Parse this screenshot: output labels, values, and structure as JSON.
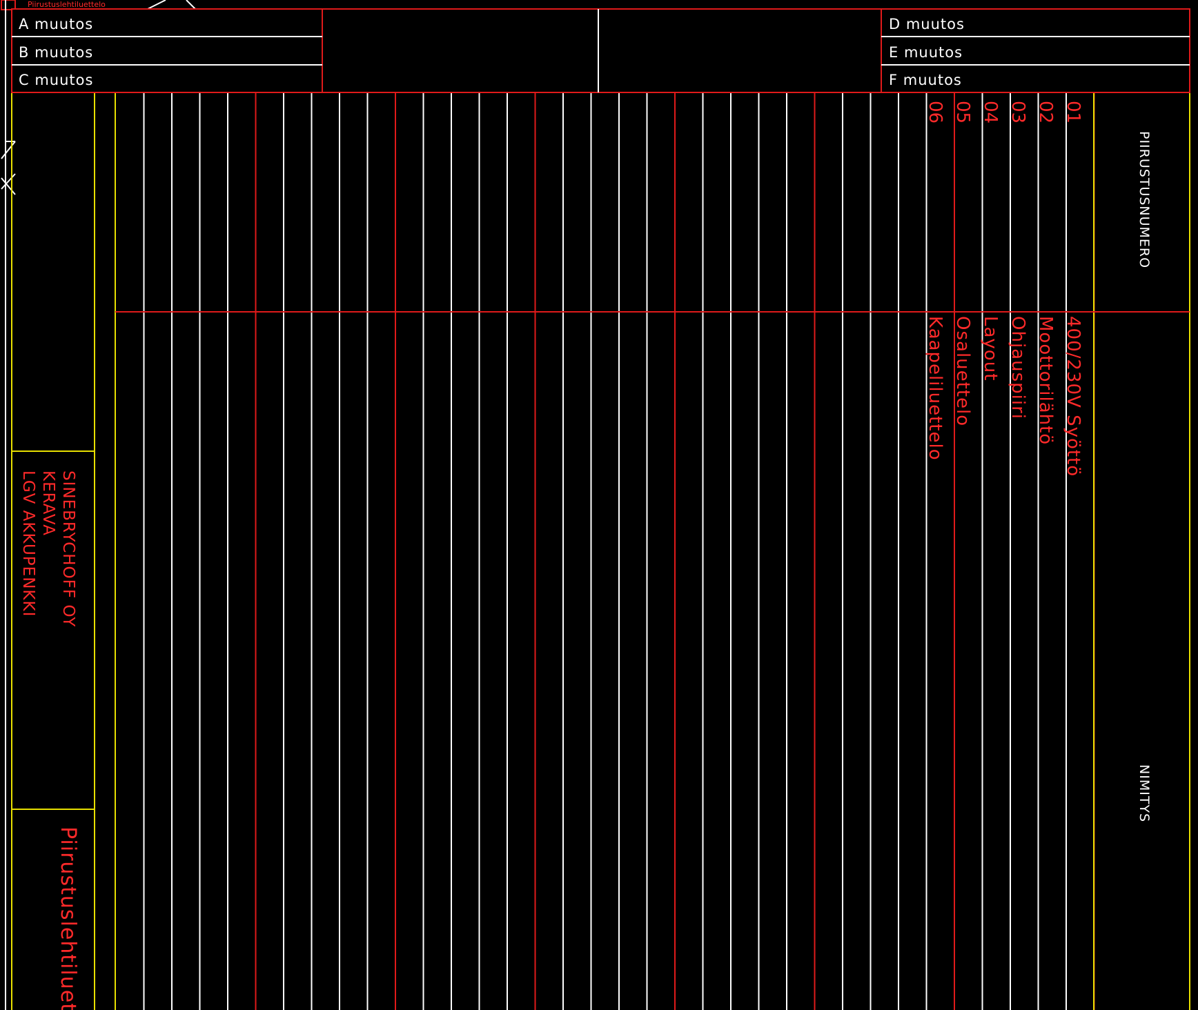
{
  "sheet_tab_label": "Piirustuslehtiluettelo",
  "revisions_left": [
    "A muutos",
    "B muutos",
    "C muutos"
  ],
  "revisions_right": [
    "D muutos",
    "E muutos",
    "F muutos"
  ],
  "column_headers": {
    "drawing_number": "PIIRUSTUSNUMERO",
    "name": "NIMITYS"
  },
  "drawings": [
    {
      "number": "01",
      "name": "400/230V Syöttö"
    },
    {
      "number": "02",
      "name": "Moottorilähtö"
    },
    {
      "number": "03",
      "name": "Ohjauspiiri"
    },
    {
      "number": "04",
      "name": "Layout"
    },
    {
      "number": "05",
      "name": "Osaluettelo"
    },
    {
      "number": "06",
      "name": "Kaapeliluettelo"
    }
  ],
  "project": {
    "line1": "SINEBRYCHOFF OY",
    "line2": "KERAVA",
    "line3": "LGV AKKUPENKKI"
  },
  "document_title": "Piirustuslehtiluettelo",
  "colors": {
    "background": "#000000",
    "frame_red": "#e01a1a",
    "frame_yellow": "#e8e000",
    "line_white": "#ffffff",
    "text_red": "#ff2a2a"
  }
}
